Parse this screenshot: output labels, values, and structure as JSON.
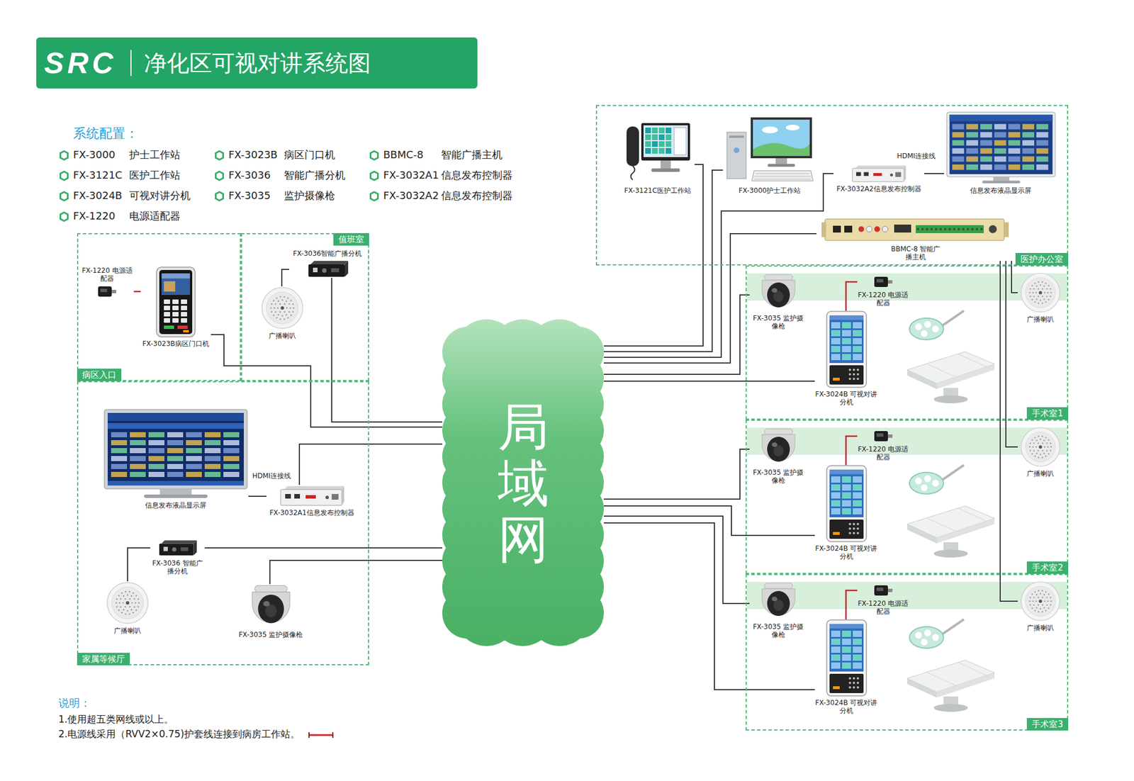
{
  "diagram": {
    "title": "净化区可视对讲系统图",
    "nodes": [
      {
        "text": [
          "病区入口"
        ]
      },
      {
        "text": [
          "FX-1220 电源适配器"
        ],
        "in": 0
      },
      {
        "text": [
          "FX-3023B病区门口机"
        ],
        "in": 0
      },
      {
        "text": [
          "值班室"
        ]
      },
      {
        "text": [
          "FX-3036智能广播分机"
        ],
        "in": 3
      },
      {
        "text": [
          "广播喇叭"
        ],
        "in": 3
      },
      {
        "text": [
          "家属等候厅"
        ]
      },
      {
        "text": [
          "信息发布液晶显示屏"
        ],
        "in": 6
      },
      {
        "text": [
          "FX-3032A1信息发布控制器"
        ],
        "in": 6
      },
      {
        "text": [
          "FX-3036 智能广播分机"
        ],
        "in": 6
      },
      {
        "text": [
          "广播喇叭"
        ],
        "in": 6
      },
      {
        "text": [
          "FX-3035 监护摄像枪"
        ],
        "in": 6
      },
      {
        "text": [
          "局域网"
        ]
      },
      {
        "text": [
          "医护办公室"
        ]
      },
      {
        "text": [
          "FX-3121C医护工作站"
        ],
        "in": 13
      },
      {
        "text": [
          "FX-3000护士工作站"
        ],
        "in": 13
      },
      {
        "text": [
          "FX-3032A2信息发布控制器"
        ],
        "in": 13
      },
      {
        "text": [
          "信息发布液晶显示屏"
        ],
        "in": 13
      },
      {
        "text": [
          "BBMC-8 智能广播主机"
        ],
        "in": 13
      },
      {
        "text": [
          "手术室1"
        ]
      },
      {
        "text": [
          "FX-3035 监护摄像枪"
        ],
        "in": 19
      },
      {
        "text": [
          "FX-1220 电源适配器"
        ],
        "in": 19
      },
      {
        "text": [
          "FX-3024B 可视对讲分机"
        ],
        "in": 19
      },
      {
        "text": [
          "广播喇叭"
        ],
        "in": 19
      },
      {
        "text": [
          "手术室2"
        ]
      },
      {
        "text": [
          "FX-3035 监护摄像枪"
        ],
        "in": 24
      },
      {
        "text": [
          "FX-1220 电源适配器"
        ],
        "in": 24
      },
      {
        "text": [
          "FX-3024B 可视对讲分机"
        ],
        "in": 24
      },
      {
        "text": [
          "广播喇叭"
        ],
        "in": 24
      },
      {
        "text": [
          "手术室3"
        ]
      },
      {
        "text": [
          "FX-3035 监护摄像枪"
        ],
        "in": 29
      },
      {
        "text": [
          "FX-1220 电源适配器"
        ],
        "in": 29
      },
      {
        "text": [
          "FX-3024B 可视对讲分机"
        ],
        "in": 29
      },
      {
        "text": [
          "广播喇叭"
        ],
        "in": 29
      }
    ],
    "edges": [
      {
        "from": 1,
        "to": 2,
        "arrow": "none"
      },
      {
        "from": 2,
        "to": 12,
        "arrow": "none"
      },
      {
        "from": 5,
        "to": 4,
        "arrow": "none"
      },
      {
        "from": 4,
        "to": 12,
        "arrow": "none"
      },
      {
        "from": 7,
        "to": 8,
        "label": "HDMI连接线",
        "arrow": "none"
      },
      {
        "from": 8,
        "to": 12,
        "arrow": "none"
      },
      {
        "from": 10,
        "to": 9,
        "arrow": "none"
      },
      {
        "from": 9,
        "to": 12,
        "arrow": "none"
      },
      {
        "from": 11,
        "to": 12,
        "arrow": "none"
      },
      {
        "from": 14,
        "to": 12,
        "arrow": "none"
      },
      {
        "from": 15,
        "to": 12,
        "arrow": "none"
      },
      {
        "from": 16,
        "to": 12,
        "arrow": "none"
      },
      {
        "from": 16,
        "to": 17,
        "label": "HDMI连接线",
        "arrow": "none"
      },
      {
        "from": 18,
        "to": 12,
        "arrow": "none"
      },
      {
        "from": 18,
        "to": 23,
        "arrow": "none"
      },
      {
        "from": 18,
        "to": 28,
        "arrow": "none"
      },
      {
        "from": 18,
        "to": 33,
        "arrow": "none"
      },
      {
        "from": 20,
        "to": 12,
        "arrow": "none"
      },
      {
        "from": 22,
        "to": 12,
        "arrow": "none"
      },
      {
        "from": 21,
        "to": 22,
        "arrow": "none"
      },
      {
        "from": 25,
        "to": 12,
        "arrow": "none"
      },
      {
        "from": 27,
        "to": 12,
        "arrow": "none"
      },
      {
        "from": 26,
        "to": 27,
        "arrow": "none"
      },
      {
        "from": 30,
        "to": 12,
        "arrow": "none"
      },
      {
        "from": 32,
        "to": 12,
        "arrow": "none"
      },
      {
        "from": 31,
        "to": 32,
        "arrow": "none"
      }
    ],
    "labels": [
      "SRC",
      "系统配置：",
      "FX-3000",
      "护士工作站",
      "FX-3023B",
      "病区门口机",
      "BBMC-8",
      "智能广播主机",
      "FX-3121C",
      "医护工作站",
      "FX-3036",
      "智能广播分机",
      "FX-3032A1",
      "信息发布控制器",
      "FX-3024B",
      "可视对讲分机",
      "FX-3035",
      "监护摄像枪",
      "FX-3032A2",
      "信息发布控制器",
      "FX-1220",
      "电源适配器",
      "说明：",
      "1.使用超五类网线或以上。"
    ],
    "legend": [
      {
        "text": "2.电源线采用（RVV2×0.75)护套线连接到病房工作站。"
      }
    ]
  }
}
